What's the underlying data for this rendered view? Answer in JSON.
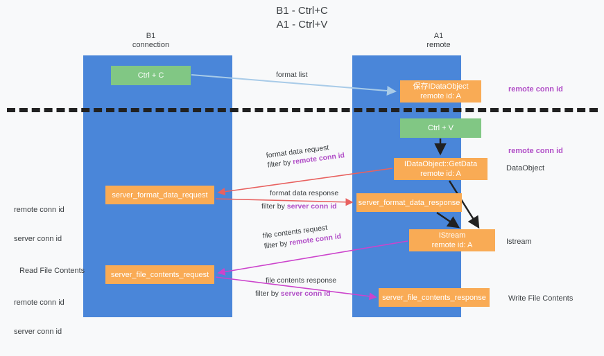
{
  "title": "B1 - Ctrl+C\nA1 - Ctrl+V",
  "columns": {
    "left": {
      "name": "B1",
      "role": "connection",
      "label": "B1\nconnection"
    },
    "right": {
      "name": "A1",
      "role": "remote",
      "label": "A1\nremote"
    }
  },
  "boxes": {
    "ctrl_c": "Ctrl + C",
    "save_dataobject": "保存IDataObject\nremote id: A",
    "ctrl_v": "Ctrl + V",
    "getdata": "IDataObject::GetData\nremote id: A",
    "server_format_data_request": "server_format_data_request",
    "server_format_data_response": "server_format_data_response",
    "istream": "IStream\nremote id: A",
    "server_file_contents_request": "server_file_contents_request",
    "server_file_contents_response": "server_file_contents_response"
  },
  "edge_labels": {
    "format_list": "format list",
    "format_data_request": "format data request",
    "format_data_request_filter_prefix": "filter by ",
    "format_data_request_filter_key": "remote conn id",
    "format_data_response": "format data response",
    "format_data_response_filter_prefix": "filter by ",
    "format_data_response_filter_key": "server conn id",
    "file_contents_request": "file contents request",
    "file_contents_request_filter_prefix": "filter by ",
    "file_contents_request_filter_key": "remote conn id",
    "file_contents_response": "file contents response",
    "file_contents_response_filter_prefix": "filter by ",
    "file_contents_response_filter_key": "server conn id"
  },
  "annotations": {
    "remote_conn_id_top": "remote conn id",
    "remote_conn_id_mid": "remote conn id",
    "dataobject": "DataObject",
    "istream": "Istream",
    "write_file_contents": "Write File Contents",
    "read_file_contents": "Read File Contents",
    "left_remote_conn_id_1": "remote conn id",
    "left_server_conn_id_1": "server conn id",
    "left_remote_conn_id_2": "remote conn id",
    "left_server_conn_id_2": "server conn id"
  },
  "colors": {
    "lane": "#4a86d9",
    "green_box": "#81c784",
    "orange_box": "#f9ab55",
    "purple_text": "#b14ec7",
    "green_text": "#6aa84f",
    "red_arrow": "#e8615f",
    "magenta_arrow": "#cc44cc",
    "light_blue_arrow": "#a8cbe8",
    "black_arrow": "#212121",
    "background": "#f8f9fa"
  }
}
